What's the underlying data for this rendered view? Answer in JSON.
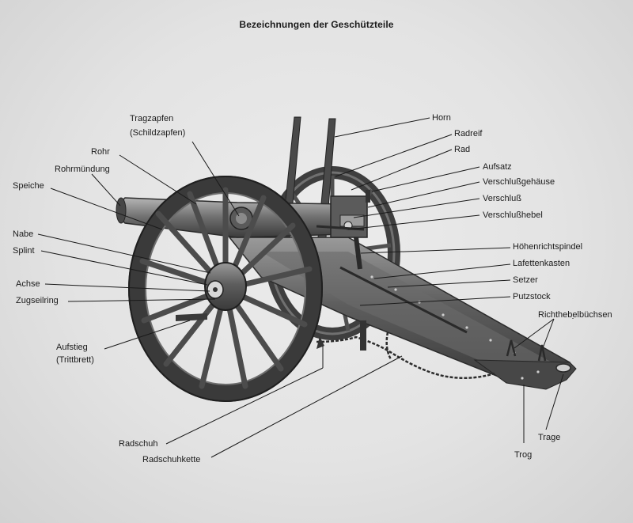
{
  "title": "Bezeichnungen der Geschützteile",
  "labels": {
    "tragzapfen": "Tragzapfen",
    "schildzapfen": "(Schildzapfen)",
    "rohr": "Rohr",
    "rohrmuendung": "Rohrmündung",
    "speiche": "Speiche",
    "nabe": "Nabe",
    "splint": "Splint",
    "achse": "Achse",
    "zugseilring": "Zugseilring",
    "aufstieg": "Aufstieg",
    "trittbrett": "(Trittbrett)",
    "radschuh": "Radschuh",
    "radschuhkette": "Radschuhkette",
    "horn": "Horn",
    "radreif": "Radreif",
    "rad": "Rad",
    "aufsatz": "Aufsatz",
    "verschlussgehaeuse": "Verschlußgehäuse",
    "verschluss": "Verschluß",
    "verschlusshebel": "Verschlußhebel",
    "hoehenrichtspindel": "Höhenrichtspindel",
    "lafettenkasten": "Lafettenkasten",
    "setzer": "Setzer",
    "putzstock": "Putzstock",
    "richthebelbuechsen": "Richthebelbüchsen",
    "trage": "Trage",
    "trog": "Trog"
  }
}
